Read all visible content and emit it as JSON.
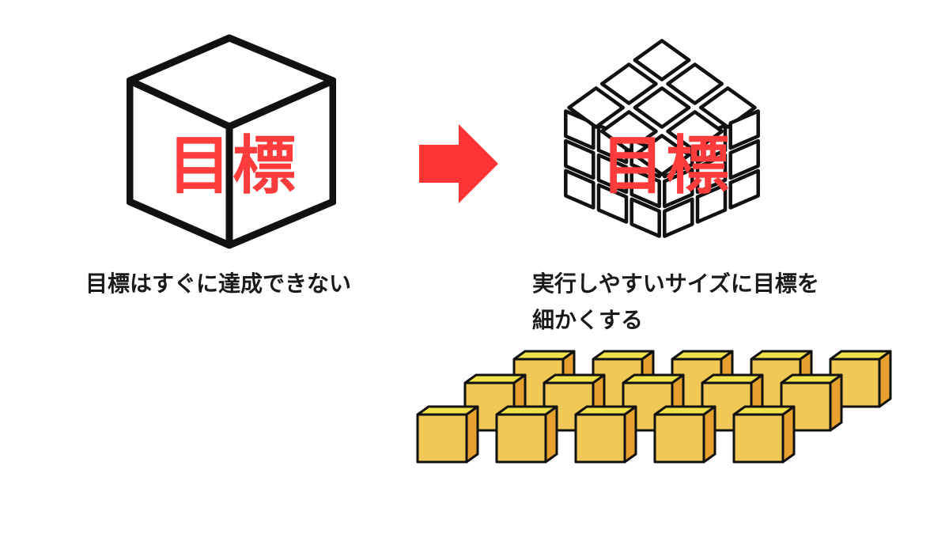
{
  "big_cube": {
    "label": "目標"
  },
  "rubik_cube": {
    "label": "目標"
  },
  "caption_left": {
    "text": "目標はすぐに達成できない"
  },
  "caption_right": {
    "line1": "実行しやすいサイズに目標を",
    "line2": "細かくする"
  },
  "colors": {
    "label_red": "#ff3b3b",
    "arrow_red": "#ff3333",
    "stroke": "#111111",
    "small_top": "#f2e24a",
    "small_front": "#f1c755",
    "small_side": "#e6a12e"
  }
}
